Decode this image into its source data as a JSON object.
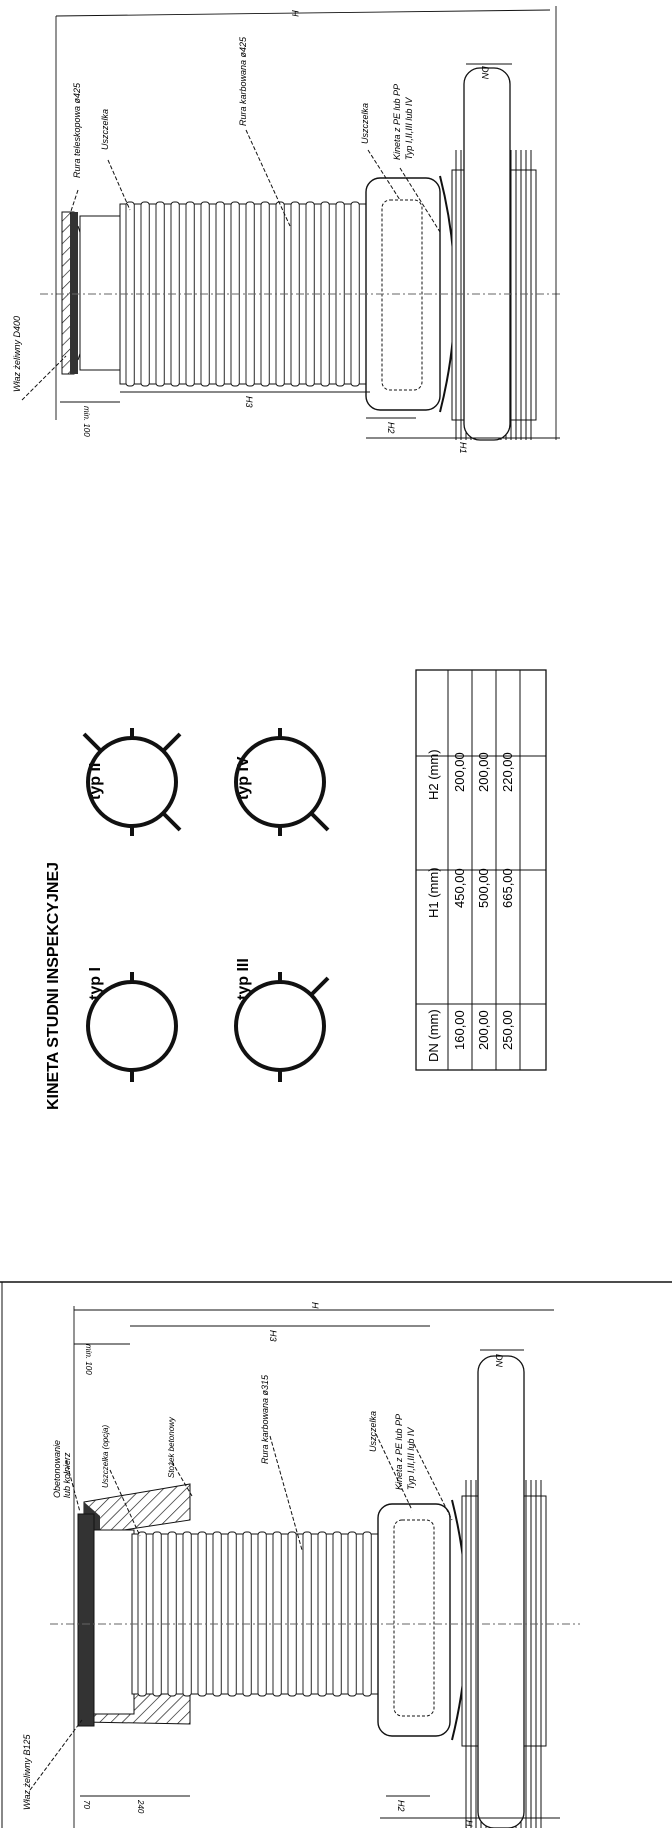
{
  "top_drawing": {
    "label_manhole": "Właz żeliwny D400",
    "label_telescopic": "Rura teleskopowa ø425",
    "label_gasket_1": "Uszczelka",
    "label_pipe": "Rura karbowana ø425",
    "label_gasket_2": "Uszczelka",
    "label_kineta_1": "Kineta z PE lub PP",
    "label_kineta_2": "Typ I,II,III lub IV",
    "dim_min100": "min. 100",
    "dim_H": "H",
    "dim_H1": "H1",
    "dim_H2": "H2",
    "dim_H3": "H3",
    "dim_DN": "DN"
  },
  "middle": {
    "title": "KINETA STUDNI INSPEKCYJNEJ",
    "types": [
      "typ I",
      "typ II",
      "typ III",
      "typ IV"
    ],
    "table": {
      "headers": [
        "DN (mm)",
        "H1 (mm)",
        "H2 (mm)"
      ],
      "rows": [
        [
          "160,00",
          "450,00",
          "200,00"
        ],
        [
          "200,00",
          "500,00",
          "200,00"
        ],
        [
          "250,00",
          "665,00",
          "220,00"
        ]
      ]
    }
  },
  "bottom_drawing": {
    "label_manhole": "Właz żeliwny B125",
    "label_concrete_1": "Obetonowanie",
    "label_concrete_2": "lub kołnierz",
    "label_gasket_opt": "Uszczelka (opcja)",
    "label_ring": "Stożek betonowy",
    "label_pipe": "Rura karbowana ø315",
    "label_gasket": "Uszczelka",
    "label_kineta_1": "Kineta z PE lub PP",
    "label_kineta_2": "Typ I,II,III lub IV",
    "dim_70": "70",
    "dim_240": "240",
    "dim_min100": "min. 100",
    "dim_H": "H",
    "dim_H1": "H1",
    "dim_H2": "H2",
    "dim_H3": "H3",
    "dim_DN": "DN"
  },
  "colors": {
    "ink": "#111111",
    "paper": "#ffffff"
  }
}
